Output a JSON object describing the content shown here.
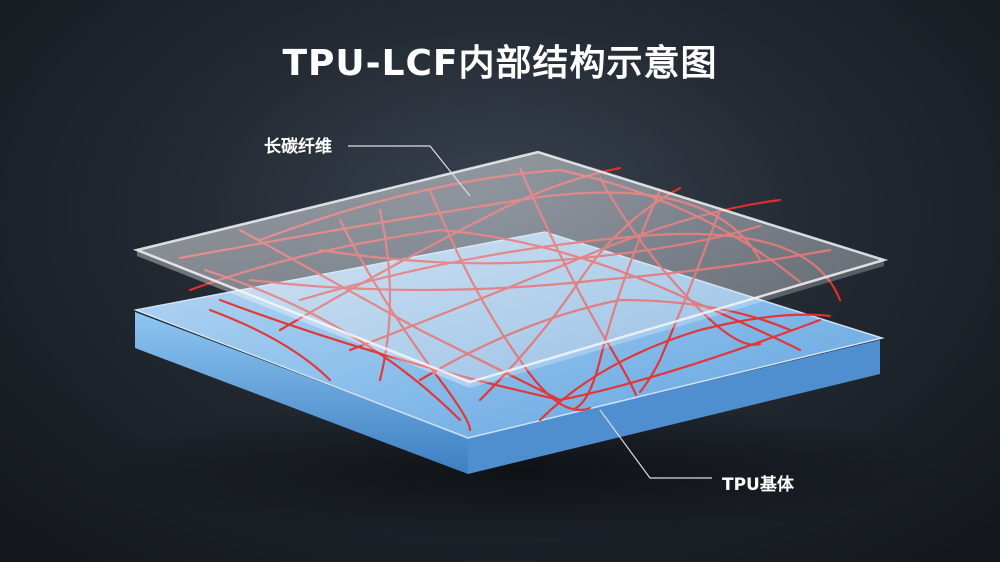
{
  "title": "TPU-LCF内部结构示意图",
  "labels": {
    "fiber": "长碳纤维",
    "matrix": "TPU基体"
  },
  "colors": {
    "fiber": "#e8302e",
    "matrix_layer": "#7fb6e6",
    "top_layer": "#d9dde3",
    "background": "#1c2128"
  }
}
